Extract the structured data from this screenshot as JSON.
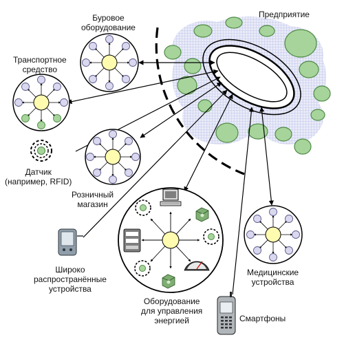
{
  "labels": {
    "enterprise": "Предприятие",
    "drilling": [
      "Буровое",
      "оборудование"
    ],
    "transport": [
      "Транспортное",
      "средство"
    ],
    "sensor": [
      "Датчик",
      "(например, RFID)"
    ],
    "retail": [
      "Розничный",
      "магазин"
    ],
    "widespread": [
      "Широко",
      "распространённые",
      "устройства"
    ],
    "energy": [
      "Оборудование",
      "для управления",
      "энергией"
    ],
    "medical": [
      "Медицинские",
      "устройства"
    ],
    "smartphones": "Смартфоны"
  },
  "colors": {
    "green": "#a7d49b",
    "green_stroke": "#4e8a46",
    "hub_yellow": "#fffcb0",
    "node_lavender": "#dad8ef",
    "hatch_blue": "#c7cbeb"
  },
  "icons": [
    "smartphone-icon",
    "pda-icon",
    "computer-icon",
    "cube-device-icon",
    "meter-panel-icon",
    "gauge-icon",
    "rfid-sensor-icon"
  ]
}
